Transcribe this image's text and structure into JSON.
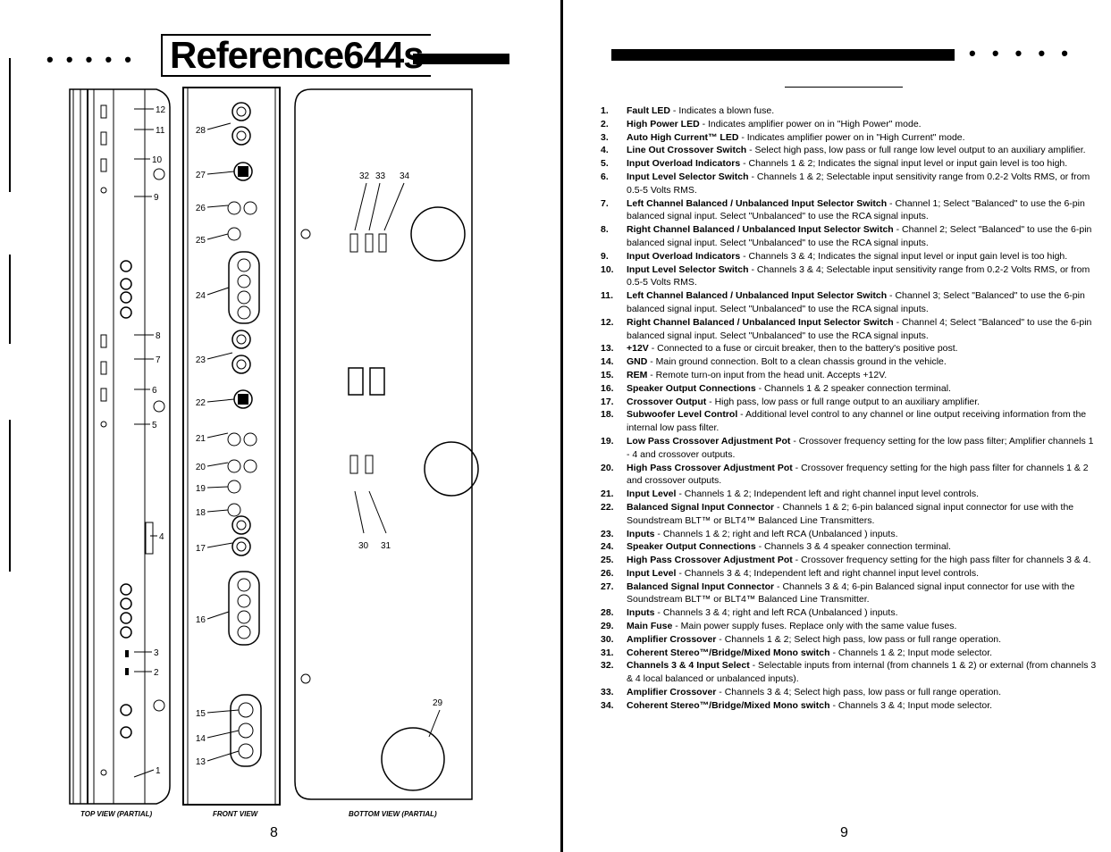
{
  "left_page": {
    "title_dots": "• • • • •",
    "title": "Reference644s",
    "views": {
      "top": "TOP VIEW (PARTIAL)",
      "front": "FRONT VIEW",
      "bottom": "BOTTOM VIEW (PARTIAL)"
    },
    "page_number": "8",
    "callouts_top": [
      "12",
      "11",
      "10",
      "9",
      "8",
      "7",
      "6",
      "5",
      "4",
      "3",
      "2",
      "1"
    ],
    "callouts_front": [
      "28",
      "27",
      "26",
      "25",
      "24",
      "23",
      "22",
      "21",
      "20",
      "19",
      "18",
      "17",
      "16",
      "15",
      "14",
      "13"
    ],
    "callouts_bottom": [
      "32",
      "33",
      "34",
      "30",
      "31",
      "29"
    ]
  },
  "right_page": {
    "header_dots": "• • • • •",
    "page_number": "9",
    "items": [
      {
        "num": "1.",
        "term": "Fault LED",
        "desc": " - Indicates a blown fuse."
      },
      {
        "num": "2.",
        "term": "High Power LED",
        "desc": " - Indicates amplifier power on in \"High Power\" mode."
      },
      {
        "num": "3.",
        "term": "Auto High Current™ LED",
        "desc": " - Indicates amplifier power on in \"High Current\" mode."
      },
      {
        "num": "4.",
        "term": "Line Out Crossover Switch",
        "desc": " - Select high pass, low pass or full range low level output to an auxiliary amplifier."
      },
      {
        "num": "5.",
        "term": "Input Overload Indicators",
        "desc": " - Channels 1 & 2; Indicates the signal input level or input gain level is too high."
      },
      {
        "num": "6.",
        "term": "Input Level Selector Switch",
        "desc": " - Channels 1 & 2; Selectable input sensitivity range from 0.2-2 Volts RMS, or from 0.5-5 Volts RMS."
      },
      {
        "num": "7.",
        "term": "Left Channel Balanced / Unbalanced Input Selector Switch",
        "desc": " - Channel 1; Select \"Balanced\" to use the 6-pin balanced signal input. Select \"Unbalanced\" to use the RCA signal inputs."
      },
      {
        "num": "8.",
        "term": "Right Channel Balanced / Unbalanced Input Selector Switch",
        "desc": " - Channel 2; Select \"Balanced\" to use the 6-pin balanced signal input. Select \"Unbalanced\" to use the RCA signal inputs."
      },
      {
        "num": "9.",
        "term": "Input Overload Indicators",
        "desc": " - Channels 3 & 4; Indicates the signal input level or input gain level is too high."
      },
      {
        "num": "10.",
        "term": "Input Level Selector Switch",
        "desc": " - Channels 3 & 4; Selectable input sensitivity range from 0.2-2 Volts RMS, or from 0.5-5 Volts RMS."
      },
      {
        "num": "11.",
        "term": "Left Channel Balanced / Unbalanced Input Selector Switch",
        "desc": " - Channel 3; Select \"Balanced\" to use the 6-pin balanced signal input. Select \"Unbalanced\" to use the RCA signal inputs."
      },
      {
        "num": "12.",
        "term": "Right Channel Balanced / Unbalanced Input Selector Switch",
        "desc": " - Channel 4; Select \"Balanced\" to use the 6-pin balanced signal input. Select \"Unbalanced\" to use the RCA signal inputs."
      },
      {
        "num": "13.",
        "term": "+12V",
        "desc": " - Connected to a fuse or circuit breaker, then to the battery's positive post."
      },
      {
        "num": "14.",
        "term": "GND",
        "desc": " - Main ground connection. Bolt to a clean chassis ground in the vehicle."
      },
      {
        "num": "15.",
        "term": "REM",
        "desc": " - Remote turn-on input from the head unit. Accepts +12V."
      },
      {
        "num": "16.",
        "term": "Speaker Output Connections",
        "desc": " - Channels 1 & 2 speaker connection terminal."
      },
      {
        "num": "17.",
        "term": "Crossover Output",
        "desc": " - High pass, low pass or full range output to an auxiliary amplifier."
      },
      {
        "num": "18.",
        "term": "Subwoofer Level Control",
        "desc": " - Additional level control to any channel or line output receiving information from the internal low pass filter."
      },
      {
        "num": "19.",
        "term": "Low Pass Crossover Adjustment Pot",
        "desc": " - Crossover frequency setting for the low pass filter; Amplifier channels 1 - 4 and crossover outputs."
      },
      {
        "num": "20.",
        "term": "High Pass Crossover Adjustment Pot",
        "desc": " - Crossover frequency setting for the high pass filter for channels 1 & 2 and crossover outputs."
      },
      {
        "num": "21.",
        "term": "Input Level",
        "desc": " - Channels 1 & 2; Independent left and right channel input level controls."
      },
      {
        "num": "22.",
        "term": "Balanced Signal Input Connector",
        "desc": " - Channels 1 & 2; 6-pin balanced signal input connector for use with the Soundstream BLT™ or BLT4™ Balanced Line Transmitters."
      },
      {
        "num": "23.",
        "term": "Inputs",
        "desc": " - Channels 1 & 2; right and left RCA (Unbalanced ) inputs."
      },
      {
        "num": "24.",
        "term": "Speaker Output Connections",
        "desc": " - Channels 3 & 4 speaker connection terminal."
      },
      {
        "num": "25.",
        "term": "High Pass Crossover Adjustment Pot",
        "desc": " - Crossover frequency setting for the high pass filter for channels 3 & 4."
      },
      {
        "num": "26.",
        "term": "Input Level",
        "desc": " - Channels 3 & 4; Independent left and right channel input level controls."
      },
      {
        "num": "27.",
        "term": "Balanced Signal Input Connector",
        "desc": " - Channels 3 & 4; 6-pin Balanced signal input connector for use with the Soundstream BLT™ or BLT4™ Balanced Line Transmitter."
      },
      {
        "num": "28.",
        "term": "Inputs",
        "desc": " - Channels 3 & 4; right and left RCA (Unbalanced ) inputs."
      },
      {
        "num": "29.",
        "term": "Main Fuse",
        "desc": " - Main power supply fuses. Replace only with the same value fuses."
      },
      {
        "num": "30.",
        "term": "Amplifier Crossover",
        "desc": " - Channels 1 & 2; Select high pass, low pass or full range operation."
      },
      {
        "num": "31.",
        "term": "Coherent Stereo™/Bridge/Mixed Mono switch",
        "desc": " - Channels 1 & 2; Input mode selector."
      },
      {
        "num": "32.",
        "term": "Channels 3 & 4 Input Select",
        "desc": " - Selectable inputs from internal (from channels 1 & 2) or external (from channels 3 & 4 local balanced or unbalanced inputs)."
      },
      {
        "num": "33.",
        "term": "Amplifier Crossover",
        "desc": " - Channels 3 & 4; Select high pass, low pass or full range operation."
      },
      {
        "num": "34.",
        "term": "Coherent Stereo™/Bridge/Mixed Mono switch",
        "desc": " - Channels 3 & 4; Input mode selector."
      }
    ]
  }
}
